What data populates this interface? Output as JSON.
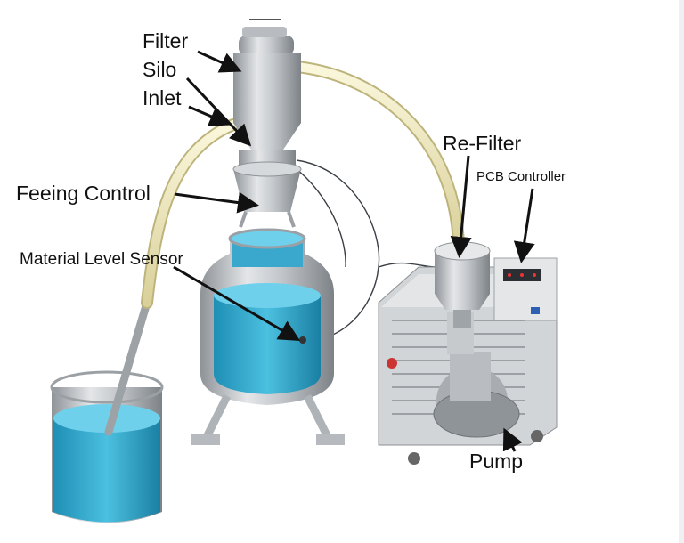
{
  "labels": {
    "filter": "Filter",
    "silo": "Silo",
    "inlet": "Inlet",
    "feeding_control": "Feeing Control",
    "material_level_sensor": "Material Level Sensor",
    "re_filter": "Re-Filter",
    "pcb_controller": "PCB Controller",
    "pump": "Pump"
  },
  "colors": {
    "liquid": "#3fb3d6",
    "hose": "#f1eab8",
    "steel": "#c9ccd0",
    "arrow": "#111111"
  }
}
